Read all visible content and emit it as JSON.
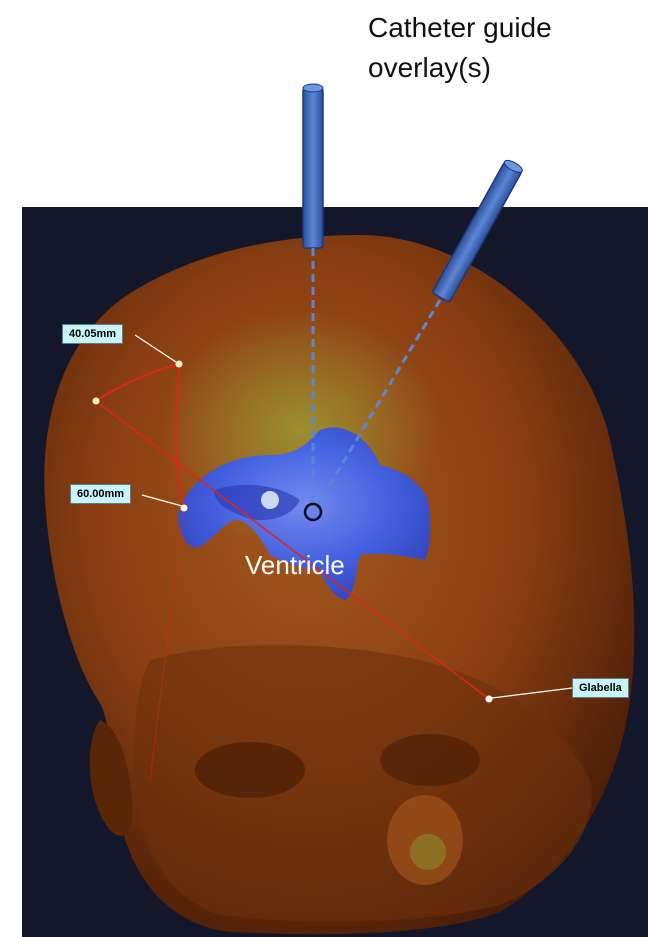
{
  "caption": {
    "line1": "Catheter guide",
    "line2": "overlay(s)"
  },
  "annotations": {
    "structure": "Ventricle",
    "measurement_1": "40.05mm",
    "measurement_2": "60.00mm",
    "landmark": "Glabella"
  },
  "colors": {
    "background": "#141629",
    "skin": "#8a3f12",
    "ventricle": "#3a66ff",
    "catheter": "#4a76c8",
    "measurement_line": "#e02418",
    "label_fill": "#c9f3fb"
  }
}
